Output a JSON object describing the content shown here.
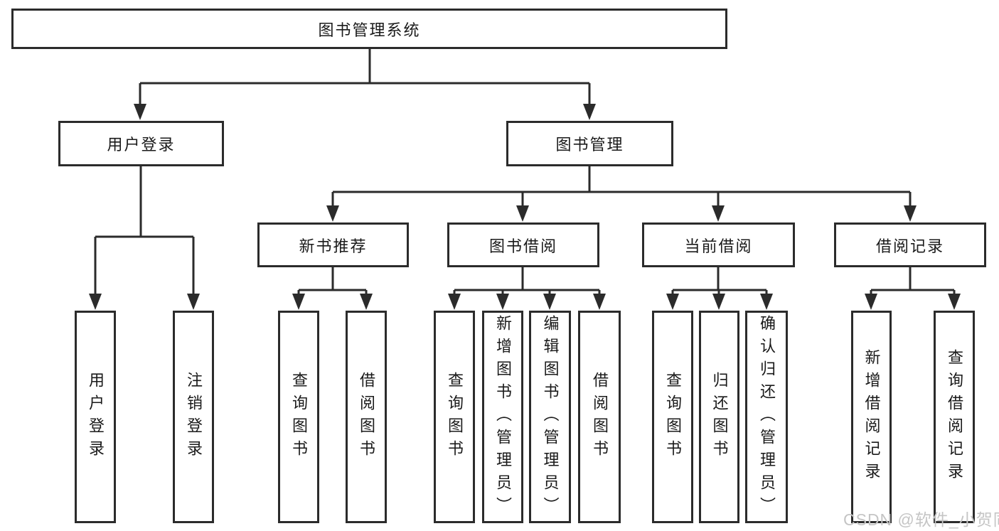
{
  "tree": {
    "root": {
      "label": "图书管理系统",
      "children": [
        {
          "label": "用户登录",
          "children": [
            {
              "label": "用户登录"
            },
            {
              "label": "注销登录"
            }
          ]
        },
        {
          "label": "图书管理",
          "children": [
            {
              "label": "新书推荐",
              "children": [
                {
                  "label": "查询图书"
                },
                {
                  "label": "借阅图书"
                }
              ]
            },
            {
              "label": "图书借阅",
              "children": [
                {
                  "label": "查询图书"
                },
                {
                  "label": "新增图书（管理员）"
                },
                {
                  "label": "编辑图书（管理员）"
                },
                {
                  "label": "借阅图书"
                }
              ]
            },
            {
              "label": "当前借阅",
              "children": [
                {
                  "label": "查询图书"
                },
                {
                  "label": "归还图书"
                },
                {
                  "label": "确认归还（管理员）"
                }
              ]
            },
            {
              "label": "借阅记录",
              "children": [
                {
                  "label": "新增借阅记录"
                },
                {
                  "label": "查询借阅记录"
                }
              ]
            }
          ]
        }
      ]
    }
  },
  "colors": {
    "line": "#2b2b2b",
    "text": "#1a1a1a",
    "watermark": "#c5c5c5"
  },
  "watermark": {
    "text": "CSDN @软件_小贺同学"
  }
}
